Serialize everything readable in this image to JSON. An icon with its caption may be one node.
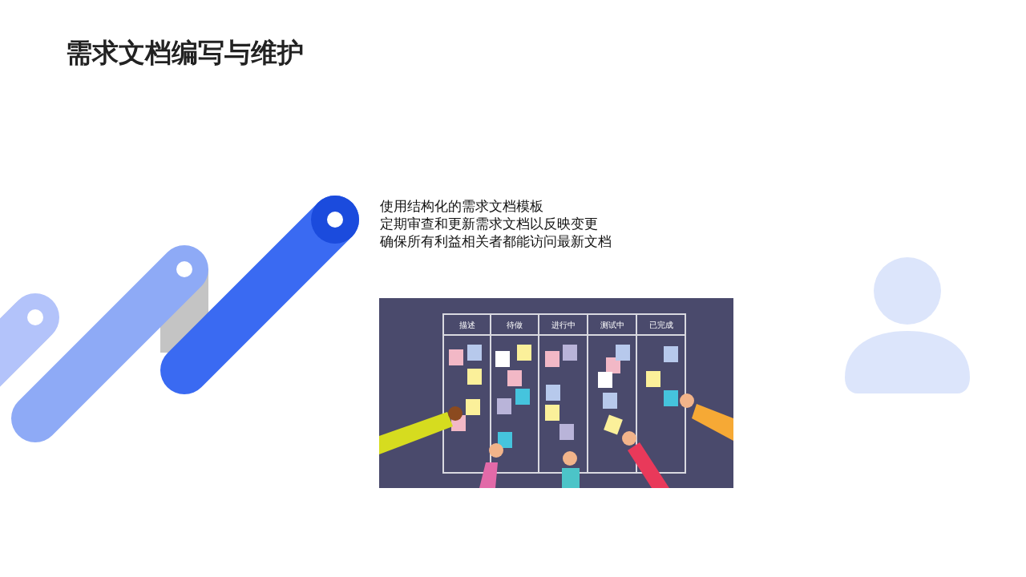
{
  "diagram": {
    "title": "需求文档编写与维护",
    "labels": [
      "使用结构化的需求文档模板",
      "定期审查和更新需求文档以反映变更",
      "确保所有利益相关者都能访问最新文档",
      "描述",
      "待做",
      "进行中",
      "测试中",
      "已完成"
    ]
  }
}
